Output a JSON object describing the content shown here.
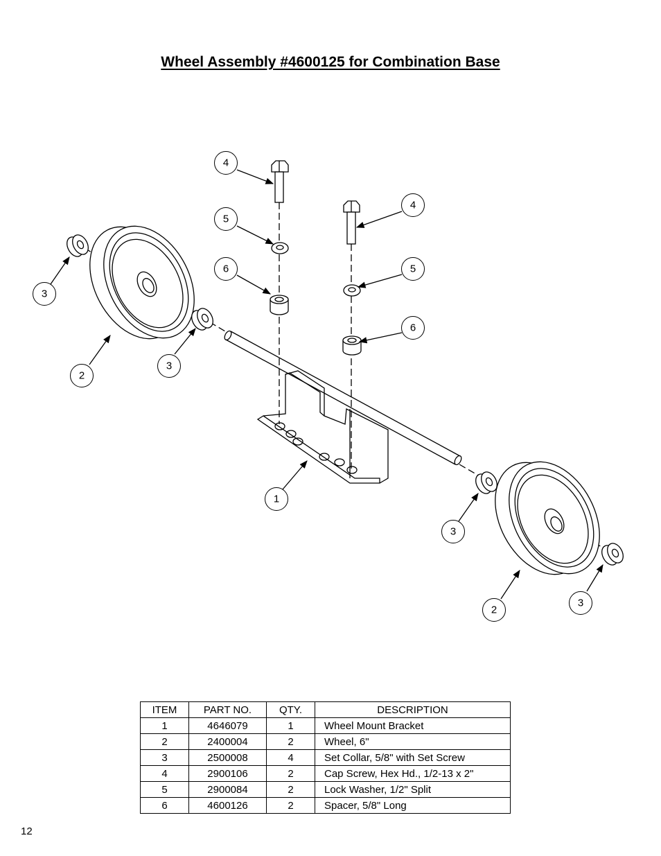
{
  "title": "Wheel Assembly #4600125 for Combination Base",
  "callouts": {
    "bolt_left": "4",
    "washer_left": "5",
    "spacer_left": "6",
    "bolt_right": "4",
    "washer_right": "5",
    "spacer_right": "6",
    "collar_top_left": "3",
    "collar_mid_left": "3",
    "wheel_left": "2",
    "bracket": "1",
    "collar_right_inner": "3",
    "wheel_right": "2",
    "collar_right_outer": "3"
  },
  "parts_table": {
    "headers": {
      "item": "ITEM",
      "part_no": "PART NO.",
      "qty": "QTY.",
      "description": "DESCRIPTION"
    },
    "rows": [
      {
        "item": "1",
        "part_no": "4646079",
        "qty": "1",
        "description": "Wheel Mount Bracket"
      },
      {
        "item": "2",
        "part_no": "2400004",
        "qty": "2",
        "description": "Wheel, 6\""
      },
      {
        "item": "3",
        "part_no": "2500008",
        "qty": "4",
        "description": "Set Collar, 5/8\" with Set Screw"
      },
      {
        "item": "4",
        "part_no": "2900106",
        "qty": "2",
        "description": "Cap Screw, Hex Hd., 1/2-13 x 2\""
      },
      {
        "item": "5",
        "part_no": "2900084",
        "qty": "2",
        "description": "Lock Washer, 1/2\" Split"
      },
      {
        "item": "6",
        "part_no": "4600126",
        "qty": "2",
        "description": "Spacer, 5/8\" Long"
      }
    ]
  },
  "page_number": "12"
}
